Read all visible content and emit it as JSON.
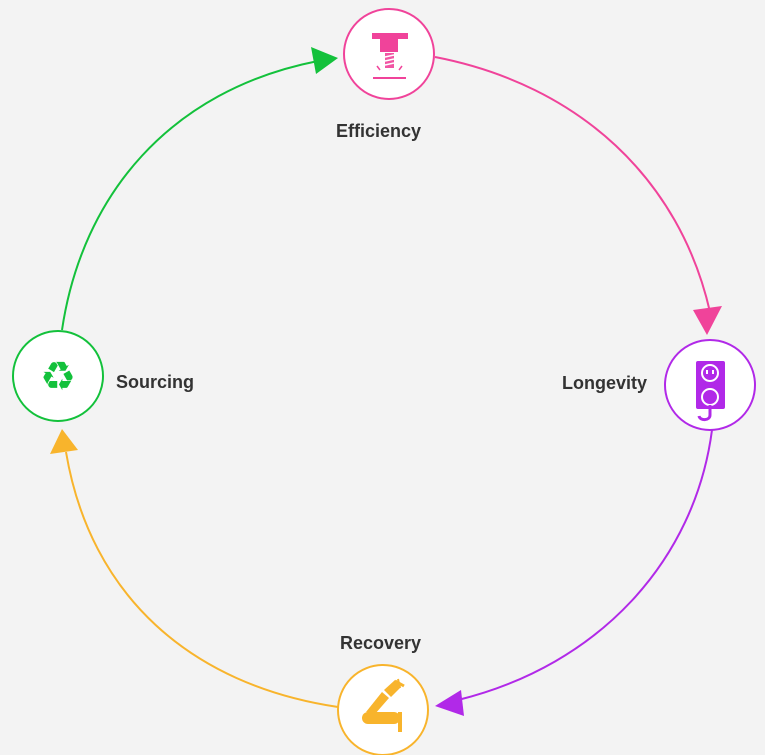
{
  "diagram": {
    "type": "cycle",
    "nodes": [
      {
        "id": "efficiency",
        "label": "Efficiency",
        "icon": "drill-press-icon",
        "color": "#f0439a"
      },
      {
        "id": "longevity",
        "label": "Longevity",
        "icon": "power-outlet-plug-icon",
        "color": "#b129e8"
      },
      {
        "id": "recovery",
        "label": "Recovery",
        "icon": "disassembly-tools-icon",
        "color": "#f8b42c"
      },
      {
        "id": "sourcing",
        "label": "Sourcing",
        "icon": "recycle-icon",
        "color": "#13c13b"
      }
    ],
    "edges": [
      {
        "from": "efficiency",
        "to": "longevity",
        "color": "#f0439a"
      },
      {
        "from": "longevity",
        "to": "recovery",
        "color": "#b129e8"
      },
      {
        "from": "recovery",
        "to": "sourcing",
        "color": "#f8b42c"
      },
      {
        "from": "sourcing",
        "to": "efficiency",
        "color": "#13c13b"
      }
    ]
  },
  "colors": {
    "background": "#f3f3f3",
    "label_text": "#333333",
    "node_fill": "#ffffff"
  }
}
